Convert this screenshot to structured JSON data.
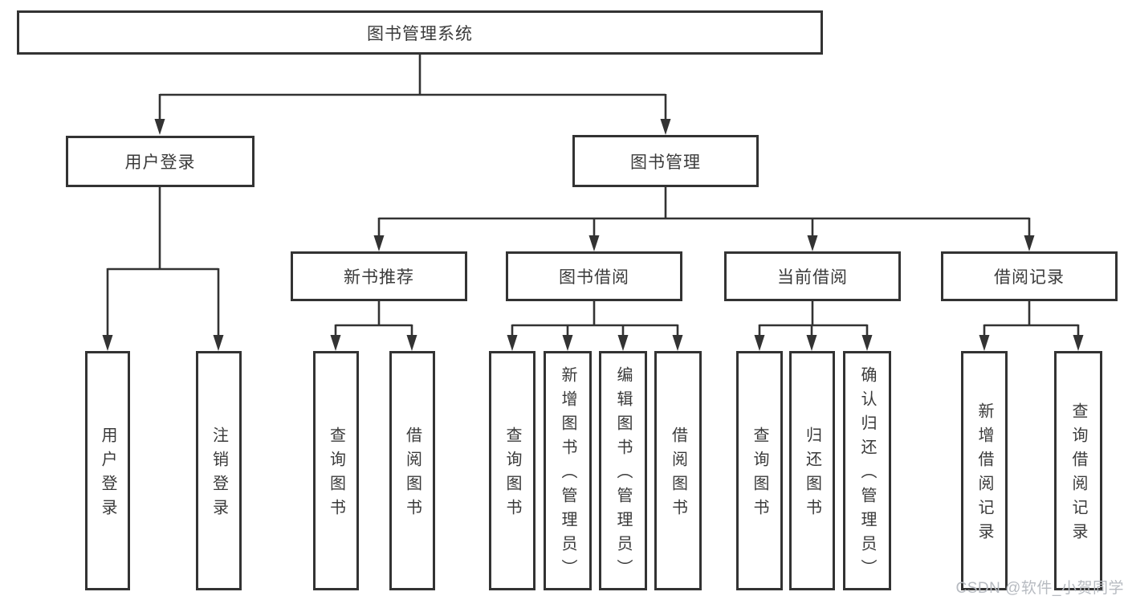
{
  "diagram": {
    "root": {
      "label": "图书管理系统"
    },
    "branches": [
      {
        "label": "用户登录",
        "children": [
          "用户登录",
          "注销登录"
        ]
      },
      {
        "label": "图书管理"
      }
    ],
    "modules": [
      {
        "label": "新书推荐",
        "children": [
          "查询图书",
          "借阅图书"
        ]
      },
      {
        "label": "图书借阅",
        "children": [
          "查询图书",
          "新增图书（管理员）",
          "编辑图书（管理员）",
          "借阅图书"
        ]
      },
      {
        "label": "当前借阅",
        "children": [
          "查询图书",
          "归还图书",
          "确认归还（管理员）"
        ]
      },
      {
        "label": "借阅记录",
        "children": [
          "新增借阅记录",
          "查询借阅记录"
        ]
      }
    ]
  },
  "watermark": "CSDN @软件_小贺同学",
  "colors": {
    "line": "#333333",
    "text": "#3a3a3a",
    "watermark": "#b7bbc1",
    "background": "#ffffff"
  }
}
